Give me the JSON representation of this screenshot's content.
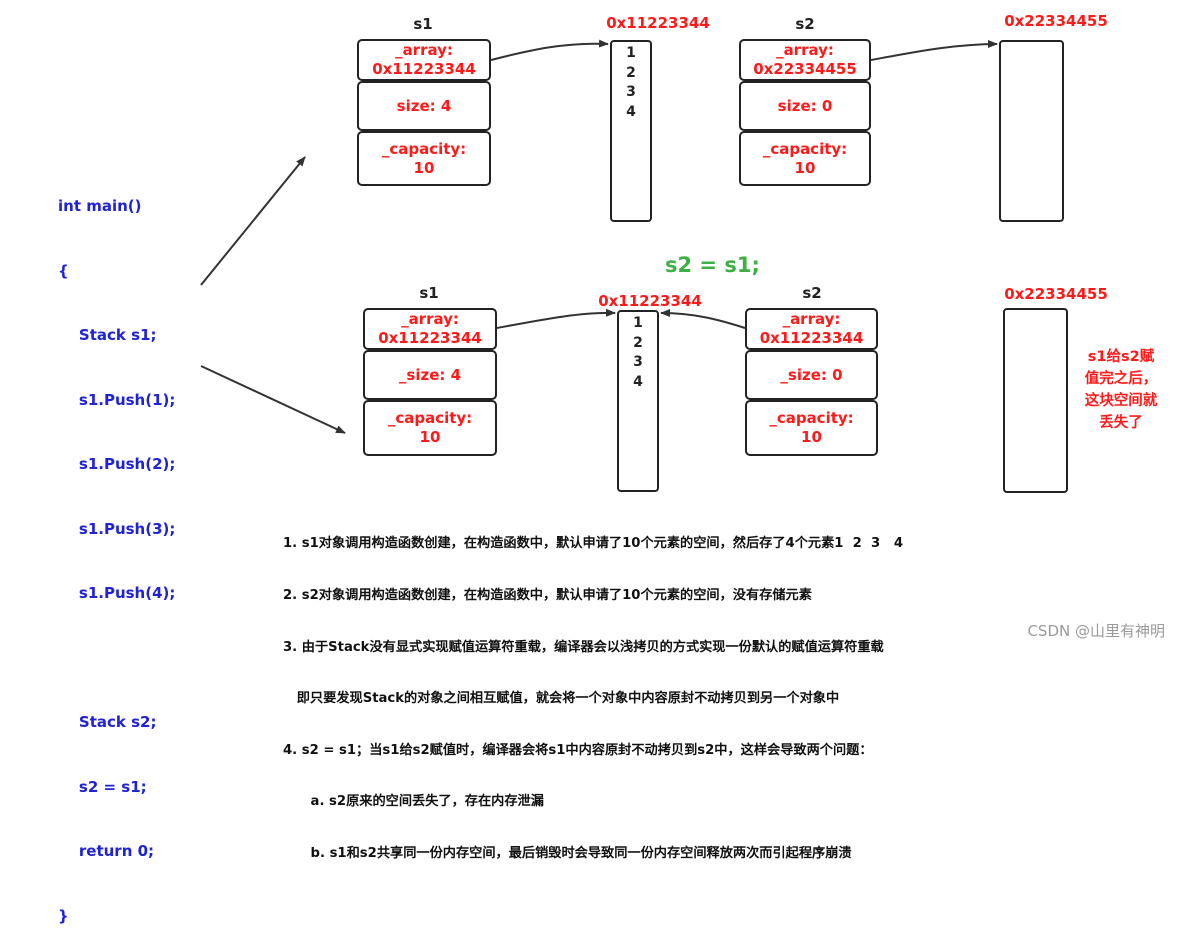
{
  "code": {
    "lines": [
      "int main()",
      "{",
      "    Stack s1;",
      "    s1.Push(1);",
      "    s1.Push(2);",
      "    s1.Push(3);",
      "    s1.Push(4);",
      "",
      "    Stack s2;",
      "    s2 = s1;",
      "    return 0;",
      "}"
    ]
  },
  "top": {
    "s1_label": "s1",
    "s2_label": "s2",
    "s1_array": "_array:\n0x11223344",
    "s1_size": "size: 4",
    "s1_capacity": "_capacity:\n10",
    "s2_array": "_array:\n0x22334455",
    "s2_size": "size: 0",
    "s2_capacity": "_capacity:\n10",
    "buf1_addr": "0x11223344",
    "buf1_values": [
      "1",
      "2",
      "3",
      "4"
    ],
    "buf2_addr": "0x22334455"
  },
  "assign_label": "s2 = s1;",
  "bottom": {
    "s1_label": "s1",
    "s2_label": "s2",
    "s1_array": "_array:\n0x11223344",
    "s1_size": "_size: 4",
    "s1_capacity": "_capacity:\n10",
    "s2_array": "_array:\n0x11223344",
    "s2_size": "_size: 0",
    "s2_capacity": "_capacity:\n10",
    "buf1_addr": "0x11223344",
    "buf1_values": [
      "1",
      "2",
      "3",
      "4"
    ],
    "buf2_addr": "0x22334455",
    "lost_note": "s1给s2赋值完之后，这块空间就丢失了"
  },
  "notes": [
    "1. s1对象调用构造函数创建，在构造函数中，默认申请了10个元素的空间，然后存了4个元素1  2  3   4",
    "2. s2对象调用构造函数创建，在构造函数中，默认申请了10个元素的空间，没有存储元素",
    "3. 由于Stack没有显式实现赋值运算符重载，编译器会以浅拷贝的方式实现一份默认的赋值运算符重载",
    "   即只要发现Stack的对象之间相互赋值，就会将一个对象中内容原封不动拷贝到另一个对象中",
    "4. s2 = s1；当s1给s2赋值时，编译器会将s1中内容原封不动拷贝到s2中，这样会导致两个问题：",
    "      a. s2原来的空间丢失了，存在内存泄漏",
    "      b. s1和s2共享同一份内存空间，最后销毁时会导致同一份内存空间释放两次而引起程序崩溃"
  ],
  "watermark": "CSDN @山里有神明",
  "colors": {
    "code": "#1f22d6",
    "value": "#ff1a1a",
    "assign": "#3cb043"
  }
}
